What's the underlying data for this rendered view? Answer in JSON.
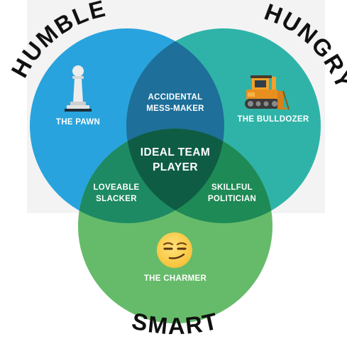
{
  "colors": {
    "backdrop": "#f3f3f3",
    "humble": "#29a3dd",
    "hungry": "#2fb3a8",
    "smart": "#66bb6a",
    "humble_hungry": "#1e6f9a",
    "humble_smart": "#1d8a63",
    "hungry_smart": "#1e8a55",
    "center": "#0f5c44",
    "title_text": "#111111",
    "label_text": "#ffffff"
  },
  "circles": {
    "humble": {
      "title": "HUMBLE"
    },
    "hungry": {
      "title": "HUNGRY"
    },
    "smart": {
      "title": "SMART"
    }
  },
  "regions": {
    "humble_only": {
      "lines": [
        "THE PAWN"
      ],
      "icon": "chess-pawn-icon"
    },
    "hungry_only": {
      "lines": [
        "THE BULLDOZER"
      ],
      "icon": "bulldozer-icon"
    },
    "smart_only": {
      "lines": [
        "THE CHARMER"
      ],
      "icon": "smirking-face-icon"
    },
    "humble_hungry": {
      "lines": [
        "ACCIDENTAL",
        "MESS-MAKER"
      ]
    },
    "humble_smart": {
      "lines": [
        "LOVEABLE",
        "SLACKER"
      ]
    },
    "hungry_smart": {
      "lines": [
        "SKILLFUL",
        "POLITICIAN"
      ]
    },
    "center": {
      "lines": [
        "IDEAL TEAM",
        "PLAYER"
      ]
    }
  }
}
